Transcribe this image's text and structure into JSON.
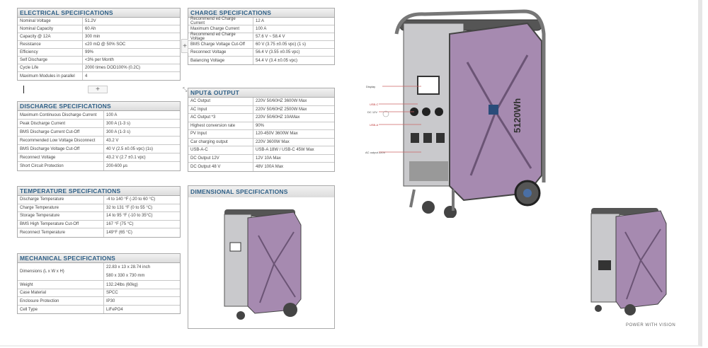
{
  "tables": {
    "electrical": {
      "title": "ELECTRICAL SPECIFICATIONS",
      "rows": [
        [
          "Nominal Voltage",
          "51.2V"
        ],
        [
          "Nominal Capacity",
          "60 Ah"
        ],
        [
          "Capacity @ 12A",
          "300 min"
        ],
        [
          "Resistance",
          "≤20 mΩ @ 50% SOC"
        ],
        [
          "Efficiency",
          "99%"
        ],
        [
          "Self Discharge",
          "<3% per Month"
        ],
        [
          "Cycle Life",
          "2000 times DOD100% (0.2C)"
        ],
        [
          "Maximum Modules in parallel",
          "4"
        ]
      ]
    },
    "charge": {
      "title": "CHARGE SPECIFICATIONS",
      "rows": [
        [
          "Recommend ed Charge Current",
          "12 A"
        ],
        [
          "Maximum Charge Current",
          "100 A"
        ],
        [
          "Recommend ed Charge Voltage",
          "57.6 V ~ 58.4 V"
        ],
        [
          "BMS Charge Voltage Cut-Off",
          "60 V (3.75 ±0.05 vpc) (1 s)"
        ],
        [
          "Reconnect Voltage",
          "56.4 V (3.55 ±0.05 vpc)"
        ],
        [
          "Balancing Voltage",
          "54.4 V (3.4 ±0.05 vpc)"
        ]
      ]
    },
    "discharge": {
      "title": "DISCHARGE SPECIFICATIONS",
      "rows": [
        [
          "Maximum Continuous Discharge Current",
          "100 A"
        ],
        [
          "Peak Discharge Current",
          "300 A (1-3 s)"
        ],
        [
          "BMS Discharge Current Cut-Off",
          "300 A (1-3 s)"
        ],
        [
          "Recommended Low Voltage Disconnect",
          "43.2 V"
        ],
        [
          "BMS Discharge Voltage Cut-Off",
          "40 V (2.5 ±0.05 vpc) (1s)"
        ],
        [
          "Reconnect Voltage",
          "43.2 V (2.7 ±0.1 vpc)"
        ],
        [
          "Short Circuit Protection",
          "200-600 μs"
        ]
      ]
    },
    "io": {
      "title": "NPUT& OUTPUT",
      "rows": [
        [
          "AC Output",
          "220V   50/60HZ 3600W Max"
        ],
        [
          "AC Input",
          "220V   50/60HZ 2500W Max"
        ],
        [
          "AC Output *3",
          "220V   50/60HZ 10AMax"
        ],
        [
          "Highest conversion rate",
          "90%"
        ],
        [
          "PV Input",
          "120-450V   3600W   Max"
        ],
        [
          "Car charging output",
          "220V 3600W Max"
        ],
        [
          "USB-A-C",
          "USB-A 18W  / USB-C 45W Max"
        ],
        [
          "DC Output 12V",
          "12V 10A Max"
        ],
        [
          "DC Output 48 V",
          "48V 100A Max"
        ]
      ]
    },
    "temperature": {
      "title": "TEMPERATURE SPECIFICATIONS",
      "rows": [
        [
          "Discharge Temperature",
          "-4 to 140 °F (-20 to 60 °C)"
        ],
        [
          "Charge Temperature",
          "32 to 131 °F (0 to 55 °C)"
        ],
        [
          "Storage Temperature",
          "14 to 95 °F (-10 to 35°C)"
        ],
        [
          "BMS High Temperature Cut-Off",
          "167 °F (75 °C)"
        ],
        [
          "Reconnect Temperature",
          "149°F (65 °C)"
        ]
      ]
    },
    "mechanical": {
      "title": "MECHANICAL SPECIFICATIONS",
      "rows": [
        [
          "Dimensions (L x W x H)",
          "22.83 x 13 x 28.74 inch",
          "580 x 330 x 730 mm"
        ],
        [
          "Weight",
          "132.24lbs (60kg)"
        ],
        [
          "Case Material",
          "SPCC"
        ],
        [
          "Enclosure Protection",
          "IP30"
        ],
        [
          "Cell Type",
          "LiFePO4"
        ]
      ]
    }
  },
  "dimensional_title": "DIMENSIONAL SPECIFICATIONS",
  "plus": "+",
  "product": {
    "model": "5120Wh",
    "callouts": [
      "Display",
      "USB-C",
      "DC 12V",
      "USB-A",
      "AC output 220V"
    ],
    "brand_tagline": "POWER WITH VISION"
  },
  "colors": {
    "header_text": "#2e5f86",
    "case": "#a68ab0"
  }
}
